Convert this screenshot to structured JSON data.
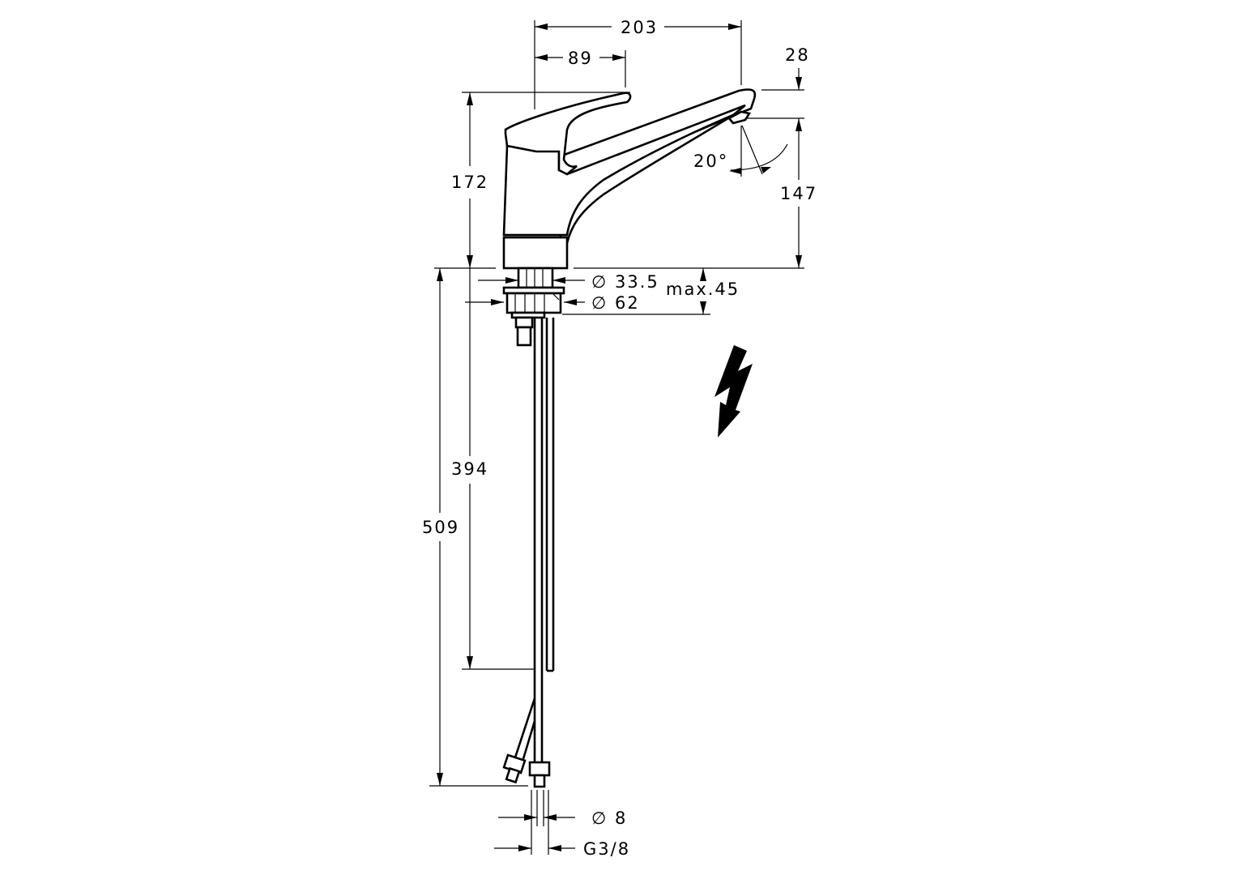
{
  "drawing": {
    "title": "Single-lever kitchen mixer dimension drawing",
    "units": "mm",
    "colors": {
      "line": "#000000",
      "background": "#ffffff"
    },
    "dimensions": {
      "overall_reach": "203",
      "lever_reach": "89",
      "spout_outlet_height_offset": "28",
      "spout_swivel_angle": "20°",
      "overall_height": "172",
      "outlet_height": "147",
      "mount_diameter": "∅ 33.5",
      "base_diameter": "∅ 62",
      "max_deck_thickness": "max.45",
      "shank_length": "394",
      "hose_length": "509",
      "hose_diameter": "∅ 8",
      "connection_thread": "G3/8"
    },
    "symbols": {
      "electric_hazard": "lightning-bolt"
    }
  }
}
